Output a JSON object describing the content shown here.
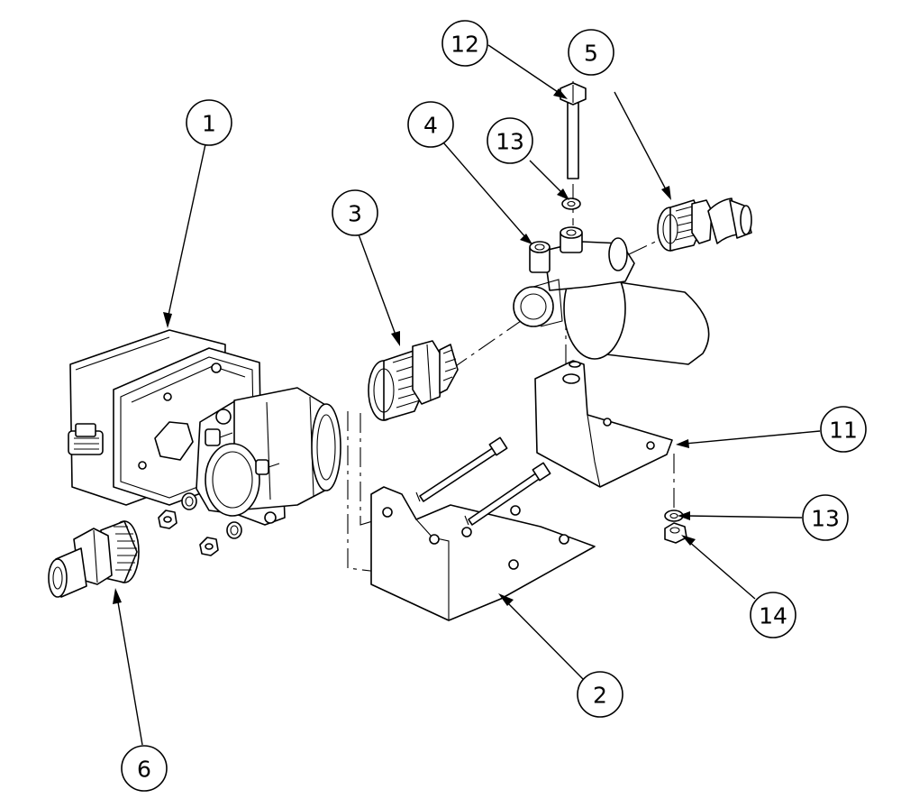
{
  "diagram": {
    "type": "exploded-assembly",
    "colors": {
      "line": "#000000",
      "background": "#ffffff"
    },
    "balloons": [
      {
        "id": "b1",
        "label": "1",
        "part": "pump-motor-housing"
      },
      {
        "id": "b2",
        "label": "2",
        "part": "pump-mounting-bracket"
      },
      {
        "id": "b3",
        "label": "3",
        "part": "threaded-nipple"
      },
      {
        "id": "b4",
        "label": "4",
        "part": "filter-strainer-body"
      },
      {
        "id": "b5",
        "label": "5",
        "part": "elbow-hose-barb"
      },
      {
        "id": "b6",
        "label": "6",
        "part": "straight-hose-barb"
      },
      {
        "id": "b11",
        "label": "11",
        "part": "filter-bracket"
      },
      {
        "id": "b12",
        "label": "12",
        "part": "hex-bolt"
      },
      {
        "id": "b13a",
        "label": "13",
        "part": "washer-top"
      },
      {
        "id": "b13b",
        "label": "13",
        "part": "washer-bottom"
      },
      {
        "id": "b14",
        "label": "14",
        "part": "hex-nut"
      }
    ]
  }
}
